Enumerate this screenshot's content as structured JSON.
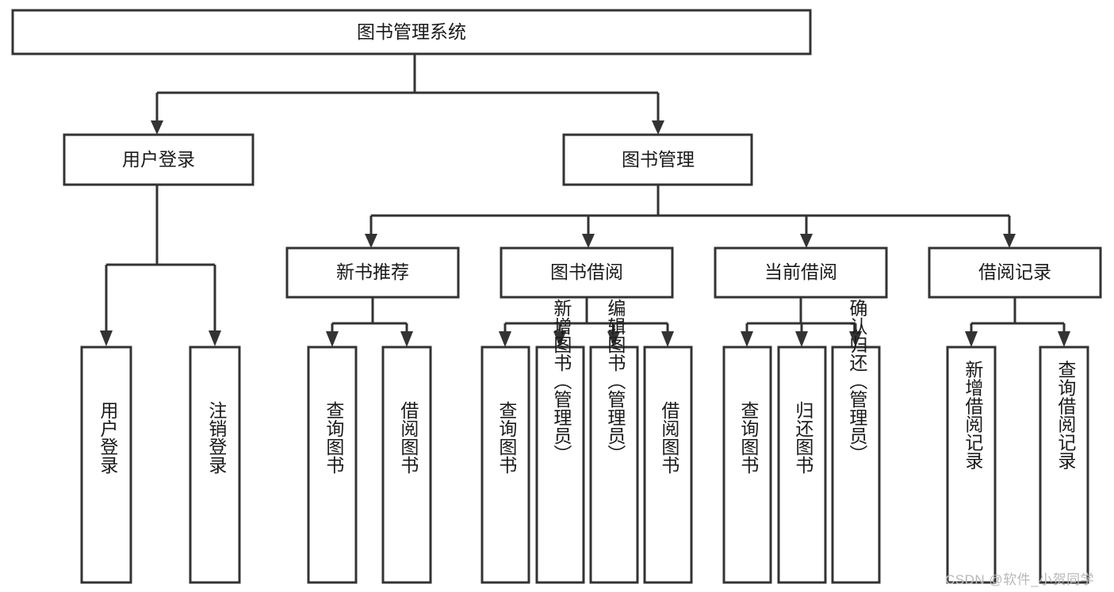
{
  "diagram": {
    "type": "tree",
    "orientation": "top-down",
    "title": "图书管理系统",
    "watermark": "CSDN @软件_小贺同学",
    "colors": {
      "stroke": "#333333",
      "fill": "#ffffff",
      "text": "#1a1a1a",
      "watermark": "#b9b9b9",
      "background": "#ffffff"
    },
    "nodes": {
      "root": {
        "label": "图书管理系统"
      },
      "level2": [
        {
          "id": "user-login",
          "label": "用户登录"
        },
        {
          "id": "book-manage",
          "label": "图书管理"
        }
      ],
      "level3": [
        {
          "id": "new-book-recommend",
          "label": "新书推荐",
          "parent": "book-manage"
        },
        {
          "id": "book-borrow",
          "label": "图书借阅",
          "parent": "book-manage"
        },
        {
          "id": "current-borrow",
          "label": "当前借阅",
          "parent": "book-manage"
        },
        {
          "id": "borrow-record",
          "label": "借阅记录",
          "parent": "book-manage"
        }
      ],
      "leaves": {
        "user-login": [
          {
            "id": "leaf-user-login",
            "label": "用户登录"
          },
          {
            "id": "leaf-logout-login",
            "label": "注销登录"
          }
        ],
        "new-book-recommend": [
          {
            "id": "leaf-query-book-1",
            "label": "查询图书"
          },
          {
            "id": "leaf-borrow-book-1",
            "label": "借阅图书"
          }
        ],
        "book-borrow": [
          {
            "id": "leaf-query-book-2",
            "label": "查询图书"
          },
          {
            "id": "leaf-add-book-admin",
            "label": "新增图书（管理员）"
          },
          {
            "id": "leaf-edit-book-admin",
            "label": "编辑图书（管理员）"
          },
          {
            "id": "leaf-borrow-book-2",
            "label": "借阅图书"
          }
        ],
        "current-borrow": [
          {
            "id": "leaf-query-book-3",
            "label": "查询图书"
          },
          {
            "id": "leaf-return-book",
            "label": "归还图书"
          },
          {
            "id": "leaf-confirm-return-admin",
            "label": "确认归还（管理员）"
          }
        ],
        "borrow-record": [
          {
            "id": "leaf-add-borrow-record",
            "label": "新增借阅记录"
          },
          {
            "id": "leaf-query-borrow-record",
            "label": "查询借阅记录"
          }
        ]
      }
    }
  }
}
